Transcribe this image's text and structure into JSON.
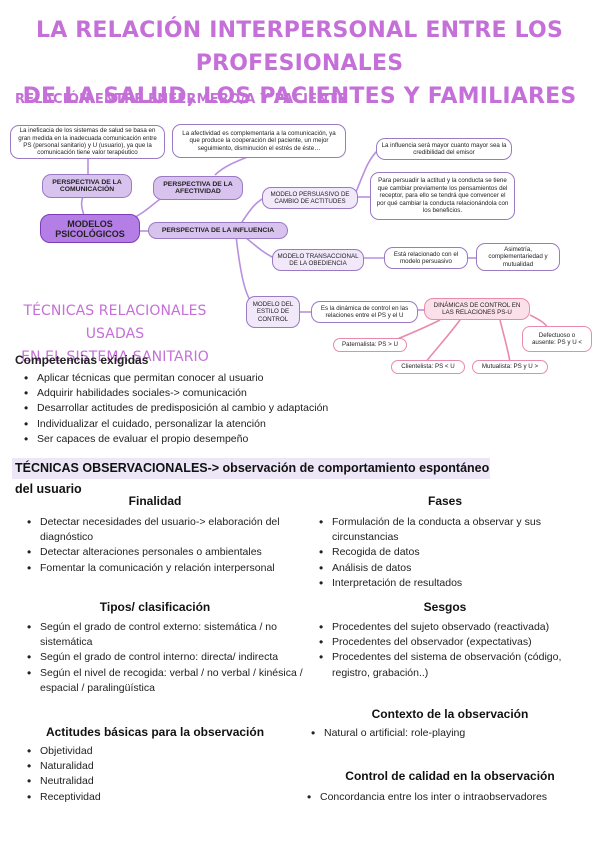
{
  "title_line1": "LA RELACIÓN INTERPERSONAL ENTRE LOS PROFESIONALES",
  "title_line2": "DE LA SALUD, LOS PACIENTES Y FAMILIARES",
  "section1": "RELACIÓN ENTRE ENFERMERO/A Y PACIENTE",
  "map": {
    "main": "MODELOS PSICOLÓGICOS",
    "persp_comunicacion": "PERSPECTIVA DE LA COMUNICACIÓN",
    "persp_afectividad": "PERSPECTIVA DE LA AFECTIVIDAD",
    "persp_influencia": "PERSPECTIVA DE LA INFLUENCIA",
    "note_comunicacion": "La ineficacia de los sistemas de salud se basa en gran medida en la inadecuada comunicación entre PS (personal sanitario) y U (usuario), ya que la comunicación tiene valor terapéutico",
    "note_afectividad": "La afectividad es complementaria a la comunicación, ya que produce la cooperación del paciente, un mejor seguimiento, disminución el estrés de éste…",
    "modelo_persuasivo": "MODELO PERSUASIVO DE CAMBIO DE ACTITUDES",
    "note_influencia": "La influencia será mayor cuanto mayor sea la credibilidad del emisor",
    "note_persuadir": "Para persuadir la actitud y la conducta se tiene que cambiar previamente los pensamientos del receptor, para ello se tendrá que convencer el por qué cambiar la conducta relacionándola con los beneficios.",
    "modelo_transaccional": "MODELO TRANSACCIONAL DE LA OBEDIENCIA",
    "note_transaccional": "Está relacionado con el modelo persuasivo",
    "note_asimetria": "Asimetría, complementariedad y mutualidad",
    "modelo_estilo": "MODELO DEL ESTILO DE CONTROL",
    "note_estilo": "Es la dinámica de control en las relaciones entre el PS y el U",
    "dinamicas": "DINÁMICAS DE CONTROL EN LAS RELACIONES PS-U",
    "paternalista": "Paternalista: PS > U",
    "defectuoso": "Defectuoso o ausente: PS y U <",
    "clientelista": "Clientelista: PS < U",
    "mutualista": "Mutualista: PS y U >"
  },
  "section2_line1": "TÉCNICAS RELACIONALES USADAS",
  "section2_line2": "EN EL SISTEMA SANITARIO",
  "competencias": {
    "title": "Competencias exigidas",
    "items": [
      "Aplicar técnicas que permitan conocer al usuario",
      "Adquirir habilidades sociales-> comunicación",
      "Desarrollar actitudes de predisposición al cambio y adaptación",
      "Individualizar el cuidado, personalizar la atención",
      "Ser capaces de evaluar el propio desempeño"
    ]
  },
  "observacionales": "TÉCNICAS OBSERVACIONALES-> observación de comportamiento espontáneo del usuario",
  "finalidad": {
    "title": "Finalidad",
    "items": [
      "Detectar necesidades del usuario-> elaboración del diagnóstico",
      "Detectar alteraciones personales o ambientales",
      "Fomentar la comunicación y relación interpersonal"
    ]
  },
  "fases": {
    "title": "Fases",
    "items": [
      "Formulación de la conducta a observar y sus circunstancias",
      "Recogida de datos",
      "Análisis de datos",
      "Interpretación de resultados"
    ]
  },
  "tipos": {
    "title": "Tipos/ clasificación",
    "items": [
      "Según el grado de control externo: sistemática / no sistemática",
      "Según el grado de control interno: directa/ indirecta",
      "Según el nivel de recogida: verbal / no verbal / kinésica / espacial / paralingüística"
    ]
  },
  "sesgos": {
    "title": "Sesgos",
    "items": [
      "Procedentes del sujeto observado (reactivada)",
      "Procedentes del observador (expectativas)",
      "Procedentes del sistema de observación (código, registro, grabación..)"
    ]
  },
  "actitudes": {
    "title": "Actitudes básicas para la observación",
    "items": [
      "Objetividad",
      "Naturalidad",
      "Neutralidad",
      "Receptividad"
    ]
  },
  "contexto": {
    "title": "Contexto de la observación",
    "items": [
      "Natural o artificial: role-playing"
    ]
  },
  "calidad": {
    "title": "Control de calidad en la observación",
    "items": [
      "Concordancia entre los inter o intraobservadores"
    ]
  },
  "colors": {
    "accent": "#c56fd8",
    "lavender": "#d8c2ee",
    "main_node": "#b57de6",
    "pink": "#e98aae",
    "bar": "#ece6f7"
  }
}
